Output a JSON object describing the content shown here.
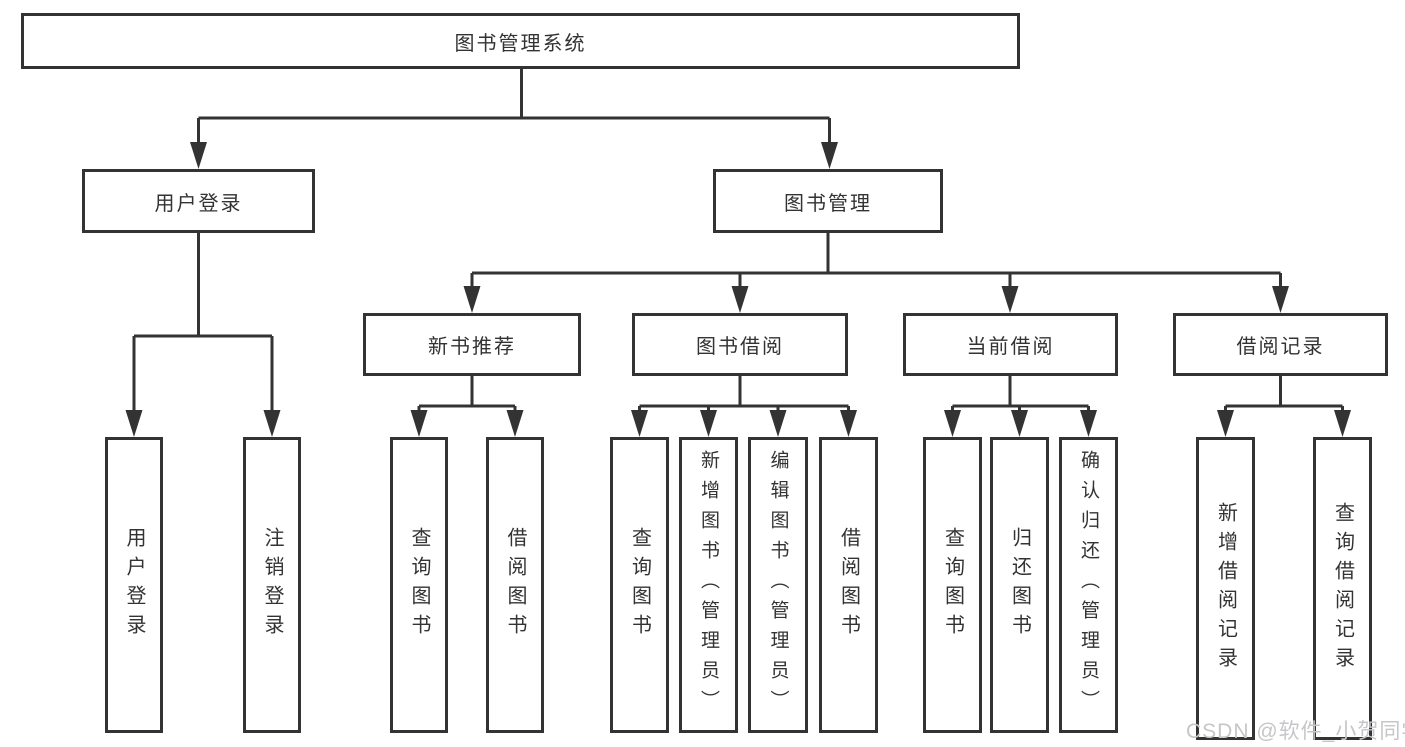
{
  "diagram": {
    "type": "hierarchy-tree",
    "nodes": {
      "root": {
        "label": "图书管理系统"
      },
      "user_login": {
        "label": "用户登录"
      },
      "book_mgmt": {
        "label": "图书管理"
      },
      "new_book_rec": {
        "label": "新书推荐"
      },
      "book_borrow": {
        "label": "图书借阅"
      },
      "current_borrow": {
        "label": "当前借阅"
      },
      "borrow_record": {
        "label": "借阅记录"
      },
      "leaf_user_login": {
        "label": "用户登录"
      },
      "leaf_logout": {
        "label": "注销登录"
      },
      "leaf_query_book_rec": {
        "label": "查询图书"
      },
      "leaf_borrow_book_rec": {
        "label": "借阅图书"
      },
      "leaf_query_book_borrow": {
        "label": "查询图书"
      },
      "leaf_add_book": {
        "label": "新增图书（管理员）"
      },
      "leaf_edit_book": {
        "label": "编辑图书（管理员）"
      },
      "leaf_borrow_book": {
        "label": "借阅图书"
      },
      "leaf_query_book_cur": {
        "label": "查询图书"
      },
      "leaf_return_book": {
        "label": "归还图书"
      },
      "leaf_confirm_return": {
        "label": "确认归还（管理员）"
      },
      "leaf_add_record": {
        "label": "新增借阅记录"
      },
      "leaf_query_record": {
        "label": "查询借阅记录"
      }
    },
    "hierarchy": {
      "root": [
        "user_login",
        "book_mgmt"
      ],
      "user_login": [
        "leaf_user_login",
        "leaf_logout"
      ],
      "book_mgmt": [
        "new_book_rec",
        "book_borrow",
        "current_borrow",
        "borrow_record"
      ],
      "new_book_rec": [
        "leaf_query_book_rec",
        "leaf_borrow_book_rec"
      ],
      "book_borrow": [
        "leaf_query_book_borrow",
        "leaf_add_book",
        "leaf_edit_book",
        "leaf_borrow_book"
      ],
      "current_borrow": [
        "leaf_query_book_cur",
        "leaf_return_book",
        "leaf_confirm_return"
      ],
      "borrow_record": [
        "leaf_add_record",
        "leaf_query_record"
      ]
    },
    "colors": {
      "line": "#333333",
      "box_border": "#333333",
      "text": "#333333",
      "background": "#ffffff"
    }
  },
  "watermark": {
    "text": "CSDN @软件_小贺同学",
    "color": "#c7c5c8"
  }
}
